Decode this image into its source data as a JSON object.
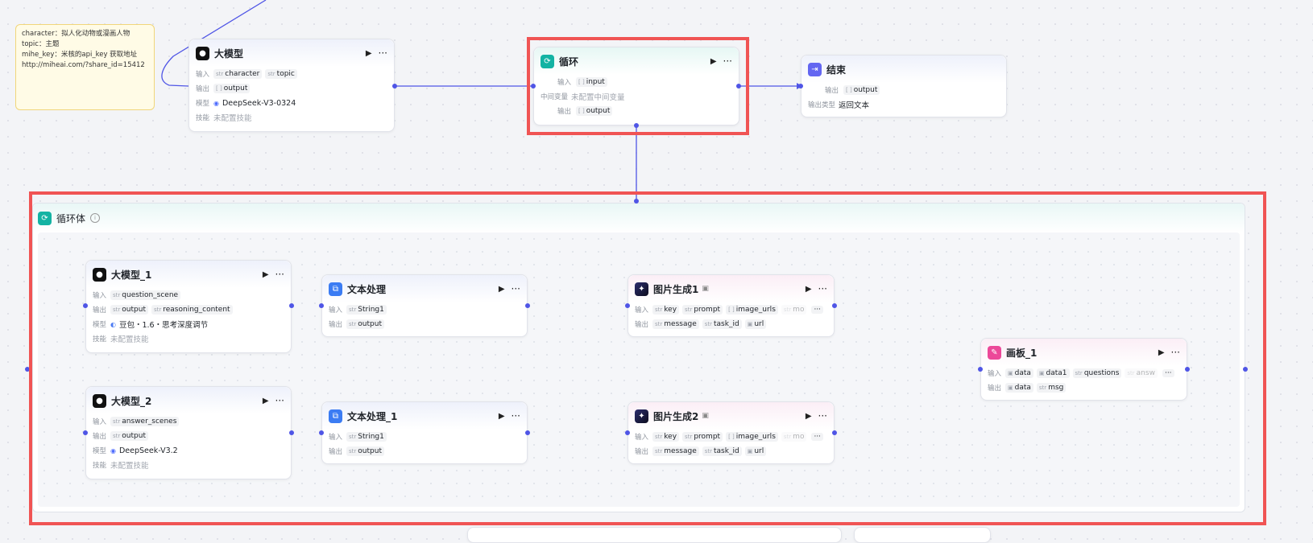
{
  "note": {
    "lines": [
      "character：拟人化动物或漫画人物",
      "topic：主题",
      "mihe_key：米核的api_key 获取地址",
      "http://miheai.com/?share_id=15412"
    ]
  },
  "common": {
    "input": "输入",
    "output": "输出",
    "model": "模型",
    "skill": "技能",
    "no_skill": "未配置技能",
    "str": "str",
    "more": "···"
  },
  "llm": {
    "title": "大模型",
    "inputs": [
      "character",
      "topic"
    ],
    "output": "output",
    "model": "DeepSeek-V3-0324"
  },
  "loop": {
    "title": "循环",
    "input": "input",
    "mid_label": "中间变量",
    "mid_value": "未配置中间变量",
    "output": "output"
  },
  "end": {
    "title": "结束",
    "output": "output",
    "type_label": "输出类型",
    "type_value": "返回文本"
  },
  "loopbody": {
    "title": "循环体",
    "info": "i"
  },
  "llm1": {
    "title": "大模型_1",
    "inputs": [
      "question_scene"
    ],
    "outputs": [
      "output",
      "reasoning_content"
    ],
    "model": "豆包・1.6・思考深度调节"
  },
  "llm2": {
    "title": "大模型_2",
    "inputs": [
      "answer_scenes"
    ],
    "outputs": [
      "output"
    ],
    "model": "DeepSeek-V3.2"
  },
  "text1": {
    "title": "文本处理",
    "input": "String1",
    "output": "output"
  },
  "text2": {
    "title": "文本处理_1",
    "input": "String1",
    "output": "output"
  },
  "img1": {
    "title": "图片生成1",
    "inputs": [
      "key",
      "prompt",
      "image_urls",
      "mo"
    ],
    "outputs": [
      "message",
      "task_id",
      "url"
    ]
  },
  "img2": {
    "title": "图片生成2",
    "inputs": [
      "key",
      "prompt",
      "image_urls",
      "mo"
    ],
    "outputs": [
      "message",
      "task_id",
      "url"
    ]
  },
  "canvas": {
    "title": "画板_1",
    "inputs": [
      "data",
      "data1",
      "questions",
      "answ"
    ],
    "outputs": [
      "data",
      "msg"
    ]
  },
  "colors": {
    "wire": "#4f55e6",
    "highlight": "#f05454",
    "note_bg": "#fffbe6"
  }
}
